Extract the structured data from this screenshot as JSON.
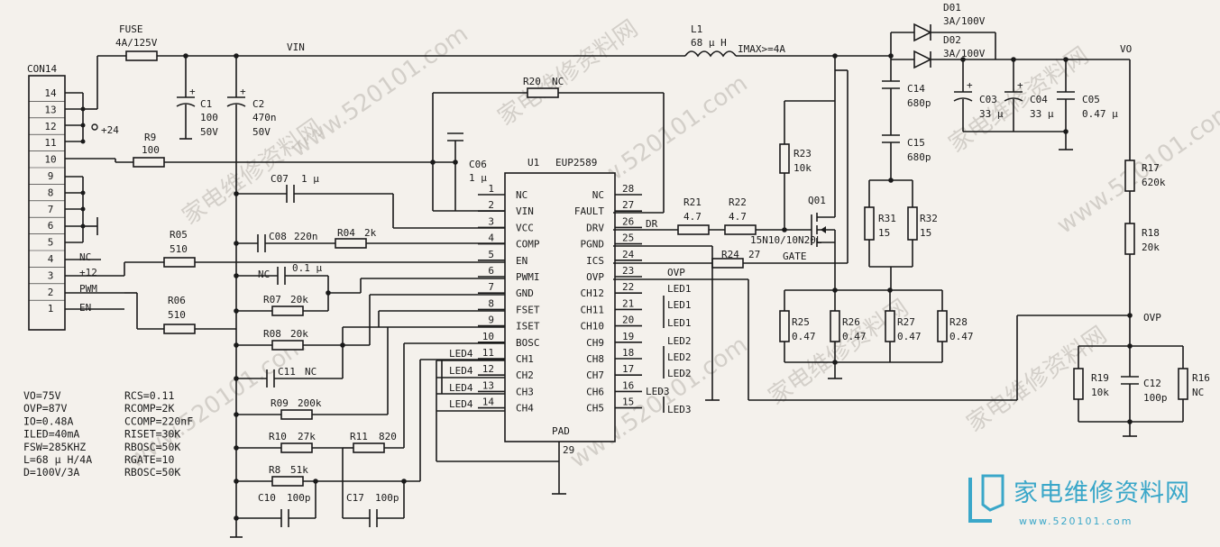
{
  "connector": {
    "name": "CON14",
    "pins": [
      "14",
      "13",
      "12",
      "11",
      "10",
      "9",
      "8",
      "7",
      "6",
      "5",
      "4",
      "3",
      "2",
      "1"
    ],
    "nets": [
      "+24",
      "NC",
      "+12",
      "PWM",
      "EN"
    ]
  },
  "ic": {
    "ref": "U1",
    "part": "EUP2589",
    "left_pins": [
      {
        "num": "1",
        "name": "NC"
      },
      {
        "num": "2",
        "name": "VIN"
      },
      {
        "num": "3",
        "name": "VCC"
      },
      {
        "num": "4",
        "name": "COMP"
      },
      {
        "num": "5",
        "name": "EN"
      },
      {
        "num": "6",
        "name": "PWMI"
      },
      {
        "num": "7",
        "name": "GND"
      },
      {
        "num": "8",
        "name": "FSET"
      },
      {
        "num": "9",
        "name": "ISET"
      },
      {
        "num": "10",
        "name": "BOSC"
      },
      {
        "num": "11",
        "name": "CH1"
      },
      {
        "num": "12",
        "name": "CH2"
      },
      {
        "num": "13",
        "name": "CH3"
      },
      {
        "num": "14",
        "name": "CH4"
      }
    ],
    "right_pins": [
      {
        "num": "28",
        "name": "NC"
      },
      {
        "num": "27",
        "name": "FAULT"
      },
      {
        "num": "26",
        "name": "DRV"
      },
      {
        "num": "25",
        "name": "PGND"
      },
      {
        "num": "24",
        "name": "ICS"
      },
      {
        "num": "23",
        "name": "OVP"
      },
      {
        "num": "22",
        "name": "CH12"
      },
      {
        "num": "21",
        "name": "CH11"
      },
      {
        "num": "20",
        "name": "CH10"
      },
      {
        "num": "19",
        "name": "CH9"
      },
      {
        "num": "18",
        "name": "CH8"
      },
      {
        "num": "17",
        "name": "CH7"
      },
      {
        "num": "16",
        "name": "CH6"
      },
      {
        "num": "15",
        "name": "CH5"
      }
    ],
    "pad": {
      "name": "PAD",
      "num": "29"
    }
  },
  "nets": {
    "vin": "VIN",
    "vo": "VO",
    "ovp": "OVP",
    "dr": "DR",
    "gate": "GATE",
    "imax": "IMAX>=4A",
    "nc": "NC",
    "led1": "LED1",
    "led2": "LED2",
    "led3": "LED3",
    "led4": "LED4"
  },
  "components": {
    "fuse": {
      "ref": "FUSE",
      "value": "4A/125V"
    },
    "c1": {
      "ref": "C1",
      "value": "100",
      "rating": "50V"
    },
    "c2": {
      "ref": "C2",
      "value": "470n",
      "rating": "50V"
    },
    "r9": {
      "ref": "R9",
      "value": "100"
    },
    "c06": {
      "ref": "C06",
      "value": "1 μ"
    },
    "c07": {
      "ref": "C07",
      "value": "1 μ"
    },
    "r05": {
      "ref": "R05",
      "value": "510"
    },
    "r06": {
      "ref": "R06",
      "value": "510"
    },
    "c08": {
      "ref": "C08",
      "value": "220n"
    },
    "r04": {
      "ref": "R04",
      "value": "2k"
    },
    "ncap": {
      "ref": "NC",
      "value": "0.1 μ"
    },
    "r07": {
      "ref": "R07",
      "value": "20k"
    },
    "r08": {
      "ref": "R08",
      "value": "20k"
    },
    "c11": {
      "ref": "C11",
      "value": "NC"
    },
    "r09": {
      "ref": "R09",
      "value": "200k"
    },
    "r10": {
      "ref": "R10",
      "value": "27k"
    },
    "r11": {
      "ref": "R11",
      "value": "820"
    },
    "r8": {
      "ref": "R8",
      "value": "51k"
    },
    "c10": {
      "ref": "C10",
      "value": "100p"
    },
    "c17": {
      "ref": "C17",
      "value": "100p"
    },
    "r20": {
      "ref": "R20",
      "value": "NC"
    },
    "l1": {
      "ref": "L1",
      "value": "68 μ H"
    },
    "r21": {
      "ref": "R21",
      "value": "4.7"
    },
    "r22": {
      "ref": "R22",
      "value": "4.7"
    },
    "r23": {
      "ref": "R23",
      "value": "10k"
    },
    "q01": {
      "ref": "Q01",
      "value": "15N10/10N20L"
    },
    "r24": {
      "ref": "R24",
      "value": "27"
    },
    "r25": {
      "ref": "R25",
      "value": "0.47"
    },
    "r26": {
      "ref": "R26",
      "value": "0.47"
    },
    "r27": {
      "ref": "R27",
      "value": "0.47"
    },
    "r28": {
      "ref": "R28",
      "value": "0.47"
    },
    "c14": {
      "ref": "C14",
      "value": "680p"
    },
    "c15": {
      "ref": "C15",
      "value": "680p"
    },
    "r31": {
      "ref": "R31",
      "value": "15"
    },
    "r32": {
      "ref": "R32",
      "value": "15"
    },
    "d01": {
      "ref": "D01",
      "value": "3A/100V"
    },
    "d02": {
      "ref": "D02",
      "value": "3A/100V"
    },
    "c03": {
      "ref": "C03",
      "value": "33 μ"
    },
    "c04": {
      "ref": "C04",
      "value": "33 μ"
    },
    "c05": {
      "ref": "C05",
      "value": "0.47 μ"
    },
    "r17": {
      "ref": "R17",
      "value": "620k"
    },
    "r18": {
      "ref": "R18",
      "value": "20k"
    },
    "r19": {
      "ref": "R19",
      "value": "10k"
    },
    "c12": {
      "ref": "C12",
      "value": "100p"
    },
    "r16": {
      "ref": "R16",
      "value": "NC"
    }
  },
  "specs_left": [
    "VO=75V",
    "OVP=87V",
    "IO=0.48A",
    "ILED=40mA",
    "FSW=285KHZ",
    "L=68 μ H/4A",
    "D=100V/3A"
  ],
  "specs_right": [
    "RCS=0.11",
    "RCOMP=2K",
    "CCOMP=220nF",
    "RISET=30K",
    "RBOSC=50K",
    "RGATE=10",
    "RBOSC=50K"
  ],
  "watermark": {
    "brand": "家电维修资料网",
    "url": "www.520101.com",
    "logo_url": "www.520101.com"
  }
}
